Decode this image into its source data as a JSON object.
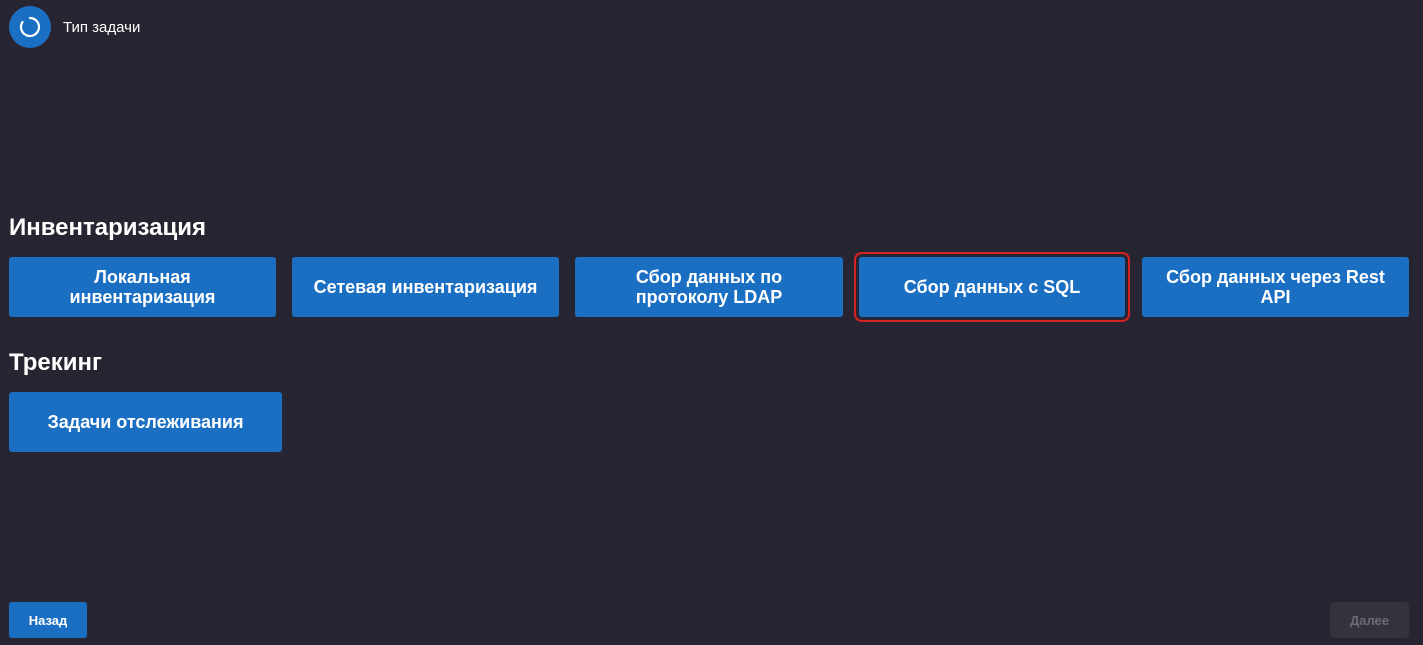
{
  "header": {
    "title": "Тип задачи",
    "icon": "loading-spinner-icon"
  },
  "sections": {
    "inventory": {
      "title": "Инвентаризация",
      "buttons": [
        {
          "label": "Локальная инвентаризация"
        },
        {
          "label": "Сетевая инвентаризация"
        },
        {
          "label": "Сбор данных по протоколу LDAP"
        },
        {
          "label": "Сбор данных с SQL",
          "selected": true
        },
        {
          "label": "Сбор данных через Rest API"
        }
      ]
    },
    "tracking": {
      "title": "Трекинг",
      "buttons": [
        {
          "label": "Задачи отслеживания"
        }
      ]
    }
  },
  "footer": {
    "back_label": "Назад",
    "next_label": "Далее"
  },
  "colors": {
    "background": "#262531",
    "primary": "#1b6fc2",
    "selected_outline": "#d32323",
    "disabled_bg": "#33333c",
    "disabled_text": "#6c6c74"
  }
}
